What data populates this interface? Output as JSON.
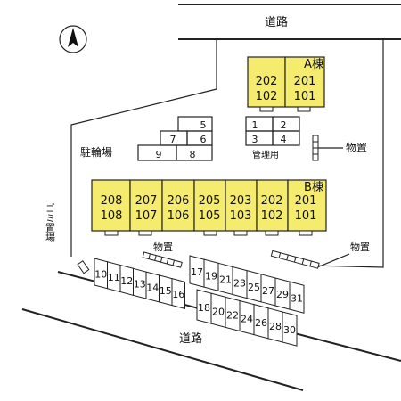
{
  "roads": {
    "top": "道路",
    "bottom": "道路"
  },
  "buildings": {
    "a": {
      "label": "A棟",
      "units": [
        [
          "202",
          "102"
        ],
        [
          "201",
          "101"
        ]
      ]
    },
    "b": {
      "label": "B棟",
      "units": [
        [
          "208",
          "108"
        ],
        [
          "207",
          "107"
        ],
        [
          "206",
          "106"
        ],
        [
          "205",
          "105"
        ],
        [
          "203",
          "103"
        ],
        [
          "202",
          "102"
        ],
        [
          "201",
          "101"
        ]
      ]
    }
  },
  "facilities": {
    "bike_parking": "駐輪場",
    "management": "管理用",
    "storage_right": "物置",
    "storage_middle": "物置",
    "storage_lower_right": "物置",
    "garbage": "ゴミ置場"
  },
  "upper_parking": [
    "5",
    "7",
    "6",
    "9",
    "8",
    "1",
    "2",
    "3",
    "4"
  ],
  "lower_parking": {
    "left_row": [
      "10",
      "11",
      "12",
      "13",
      "14",
      "15",
      "16"
    ],
    "right_top": [
      "17",
      "19",
      "21",
      "23",
      "25",
      "27",
      "29",
      "31"
    ],
    "right_bottom": [
      "18",
      "20",
      "22",
      "24",
      "26",
      "28",
      "30"
    ]
  },
  "icons": [
    "compass-north-icon"
  ]
}
